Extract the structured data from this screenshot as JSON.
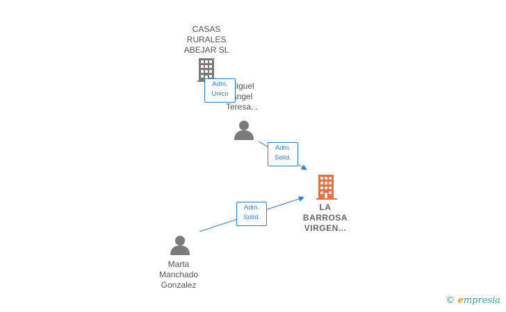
{
  "nodes": {
    "casas": {
      "lines": [
        "CASAS",
        "RURALES",
        "ABEJAR SL"
      ],
      "kind": "company"
    },
    "miguel": {
      "lines": [
        "Miguel",
        "Angel",
        "Teresa..."
      ],
      "kind": "person"
    },
    "marta": {
      "lines": [
        "Marta",
        "Manchado",
        "Gonzalez"
      ],
      "kind": "person"
    },
    "barrosa": {
      "lines": [
        "LA",
        "BARROSA",
        "VIRGEN..."
      ],
      "kind": "company-focus"
    }
  },
  "edges": {
    "casas_miguel": [
      "Adm.",
      "Unico"
    ],
    "miguel_barrosa": [
      "Adm.",
      "Solid."
    ],
    "marta_barrosa": [
      "Adm.",
      "Solid."
    ]
  },
  "colors": {
    "edge": "#2c7ed1",
    "icon_gray": "#7a7a7a",
    "focus": "#f26b3a"
  },
  "brand": {
    "copyright": "©",
    "name_first": "e",
    "name_rest": "mpresia"
  }
}
